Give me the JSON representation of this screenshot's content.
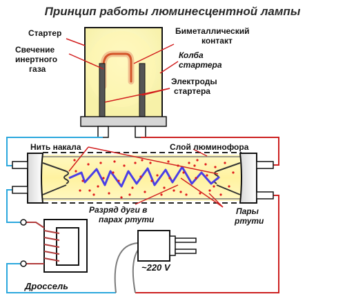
{
  "title": "Принцип работы люминесцентной лампы",
  "labels": {
    "starter": "Стартер",
    "glow_line1": "Свечение",
    "glow_line2": "инертного",
    "glow_line3": "газа",
    "bimetal_line1": "Биметаллический",
    "bimetal_line2": "контакт",
    "bulb_line1": "Колба",
    "bulb_line2": "стартера",
    "electrodes_line1": "Электроды",
    "electrodes_line2": "стартера",
    "filament": "Нить накала",
    "phosphor": "Слой люминофора",
    "arc_line1": "Разряд дуги в",
    "arc_line2": "парах ртути",
    "mercury_line1": "Пары",
    "mercury_line2": "ртути",
    "voltage": "~220 V",
    "choke": "Дроссель"
  },
  "colors": {
    "wire_blue": "#2aa7dd",
    "wire_red": "#cc1f1f",
    "tube_glow": "#fff3a0",
    "arc": "#4a3ee6",
    "mercury_dot": "#e01b1b",
    "starter_glow": "#fffac8",
    "bimetal": "#e0703a"
  }
}
